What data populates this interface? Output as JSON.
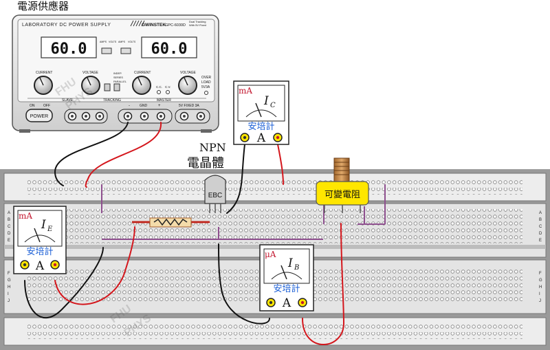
{
  "diagram": {
    "title": "電源供應器",
    "power_supply": {
      "panel_title": "LABORATORY DC POWER SUPPLY",
      "brand": "GWINSTEK",
      "model": "GPC-6030D",
      "subtitle_line1": "Dual Tracking",
      "subtitle_line2": "With 5V Fixed",
      "display_left": "60.0",
      "display_right": "60.0",
      "meter_units": [
        "AMPS",
        "VOLTS",
        "AMPS",
        "VOLTS"
      ],
      "knob_labels": [
        "CURRENT",
        "VOLTAGE",
        "CURRENT",
        "VOLTAGE"
      ],
      "mode_labels": [
        "INDEP.",
        "SERIES",
        "PARALLEL"
      ],
      "cc_label": "C.C.",
      "cv_label": "C.V.",
      "overload_labels": [
        "OVER",
        "LOAD",
        "5V3A"
      ],
      "section_slave": "SLAVE",
      "section_tracking": "TRACKING",
      "section_master": "MASTER",
      "on_label": "ON",
      "off_label": "OFF",
      "power_button": "POWER",
      "gnd_label": "GND",
      "fixed_label": "5V FIXED 3A",
      "minus_label": "-",
      "plus_label": "+"
    },
    "transistor": {
      "type_label": "NPN",
      "name_label": "電晶體",
      "pins_label": "EBC"
    },
    "potentiometer": {
      "label": "可變電阻"
    },
    "meters": [
      {
        "id": "ic",
        "unit": "mA",
        "symbol": "I",
        "subscript": "C",
        "brand": "安培計",
        "letter": "A"
      },
      {
        "id": "ie",
        "unit": "mA",
        "symbol": "I",
        "subscript": "E",
        "brand": "安培計",
        "letter": "A"
      },
      {
        "id": "ib",
        "unit": "μA",
        "symbol": "I",
        "subscript": "B",
        "brand": "安培計",
        "letter": "A"
      }
    ],
    "breadboard": {
      "row_letters_top": [
        "A",
        "B",
        "C",
        "D",
        "E"
      ],
      "row_letters_bottom": [
        "F",
        "G",
        "H",
        "I",
        "J"
      ]
    },
    "watermarks": [
      "FHU",
      "PHYS"
    ],
    "colors": {
      "wire_red": "#d4161c",
      "wire_black": "#111111",
      "jumper_purple": "#8e4f8e",
      "meter_label_blue": "#1b5fd6",
      "pot_yellow": "#ffe600",
      "board_gray": "#d6d6d6",
      "board_rail": "#ededed"
    }
  }
}
